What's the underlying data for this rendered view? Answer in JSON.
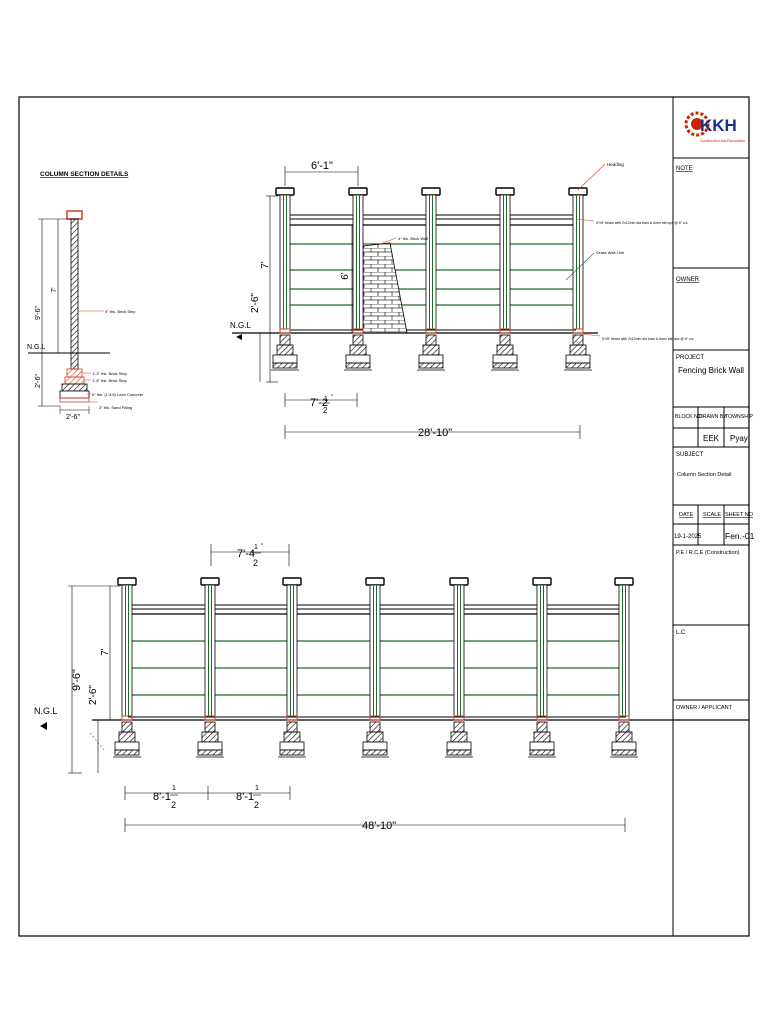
{
  "title_block": {
    "logo_text": "KKH",
    "logo_subtext": "Construction and Renovation",
    "note_label": "NOTE",
    "owner_label": "OWNER",
    "project_label": "PROJECT",
    "project_value": "Fencing Brick Wall",
    "block_no_label": "BLOCK NO",
    "drawn_by_label": "DRAWN BY",
    "township_label": "TOWNSHIP",
    "drawn_by_value": "EEK",
    "township_value": "Pyay",
    "subject_label": "SUBJECT",
    "subject_value": "Column Section Detail",
    "date_label": "DATE",
    "scale_label": "SCALE",
    "sheet_no_label": "SHEET NO",
    "date_value": "19-1-2025",
    "sheet_no_value": "Fen.-01",
    "pe_label": "P.E / R.C.E (Construction)",
    "lc_label": "L.C",
    "owner_applicant_label": "OWNER / APPLICANT"
  },
  "column_section": {
    "heading": "COLUMN SECTION DETAILS",
    "dim_total": "9'-6\"",
    "dim_upper": "7'",
    "dim_lower": "2'-6\"",
    "dim_width": "2'-6\"",
    "ngl": "N.G.L",
    "label_brick_step_9": "9\" thk. Brick Step",
    "label_brick_step_1": "1'-3\" thk. Brick Step",
    "label_brick_step_2": "1'-6\" thk. Brick Step",
    "label_lean_concrete": "6\" thk. (1:3:6) Lean Concrete",
    "label_sand_filling": "3\" thk. Sand Filling"
  },
  "elevation_top": {
    "dim_col_spacing": "6'-1\"",
    "dim_height": "7'",
    "dim_mid": "6'",
    "dim_below_ngl": "2'-6\"",
    "ngl": "N.G.L",
    "dim_bay_whole": "7'-2",
    "dim_bay_num": "1",
    "dim_bay_den": "2",
    "dim_bay_unit": "\"",
    "dim_total": "28'-10\"",
    "label_heading": "Heading",
    "label_top_beam": "5\"x5\" beam with 2x12mm dia bars & 6mm stirrups @ 6\" c/c",
    "label_brick_wall": "4\" thk. Brick Wall",
    "label_grass_wall_line": "Grass Wall Line",
    "label_bottom_beam": "5\"x5\" beam with 2x12mm dia bars & 6mm stirrups @ 6\" c/c"
  },
  "elevation_bottom": {
    "dim_top_whole": "7'-4",
    "dim_top_num": "1",
    "dim_top_den": "2",
    "dim_top_unit": "\"",
    "dim_height": "9'-6\"",
    "dim_upper": "7'",
    "dim_lower": "2'-6\"",
    "ngl": "N.G.L",
    "dim_bay1_whole": "8'-1",
    "dim_bay1_num": "1",
    "dim_bay1_den": "2",
    "dim_bay2_whole": "8'-1",
    "dim_bay2_num": "1",
    "dim_bay2_den": "2",
    "dim_total": "48'-10\""
  },
  "colors": {
    "rail_green": "#1f6b2a",
    "logo_red": "#cc2200",
    "logo_blue": "#1b2f8a",
    "hatch_red": "#d04020"
  }
}
